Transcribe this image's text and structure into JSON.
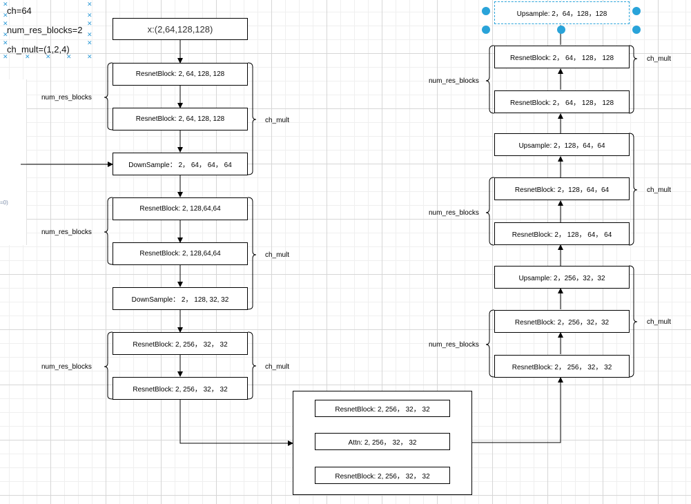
{
  "params": {
    "ch": "ch=64",
    "num_res_blocks": "num_res_blocks=2",
    "ch_mult": "ch_mult=(1,2,4)"
  },
  "left_panel_glyph": "=0)",
  "input": "x:(2,64,128,128)",
  "encoder": {
    "b1": "ResnetBlock: 2, 64, 128, 128",
    "b2": "ResnetBlock: 2, 64, 128, 128",
    "d1": "DownSample： 2， 64， 64， 64",
    "b3": "ResnetBlock: 2, 128,64,64",
    "b4": "ResnetBlock: 2, 128,64,64",
    "d2": "DownSample： 2， 128, 32, 32",
    "b5": "ResnetBlock: 2, 256， 32， 32",
    "b6": "ResnetBlock: 2, 256， 32， 32"
  },
  "middle": {
    "m1": "ResnetBlock: 2, 256， 32， 32",
    "attn": "Attn: 2, 256， 32， 32",
    "m2": "ResnetBlock: 2, 256， 32， 32"
  },
  "decoder": {
    "up_top": "Upsample: 2，64，128，128",
    "r1": "ResnetBlock: 2， 64， 128， 128",
    "r2": "ResnetBlock: 2， 64， 128， 128",
    "u1": "Upsample: 2，128，64，64",
    "r3": "ResnetBlock: 2，128，64，64",
    "r4": "ResnetBlock: 2， 128， 64， 64",
    "u2": "Upsample: 2，256，32，32",
    "r5": "ResnetBlock: 2，256，32，32",
    "r6": "ResnetBlock: 2， 256， 32， 32"
  },
  "labels": {
    "num_res_blocks": "num_res_blocks",
    "ch_mult": "ch_mult"
  }
}
